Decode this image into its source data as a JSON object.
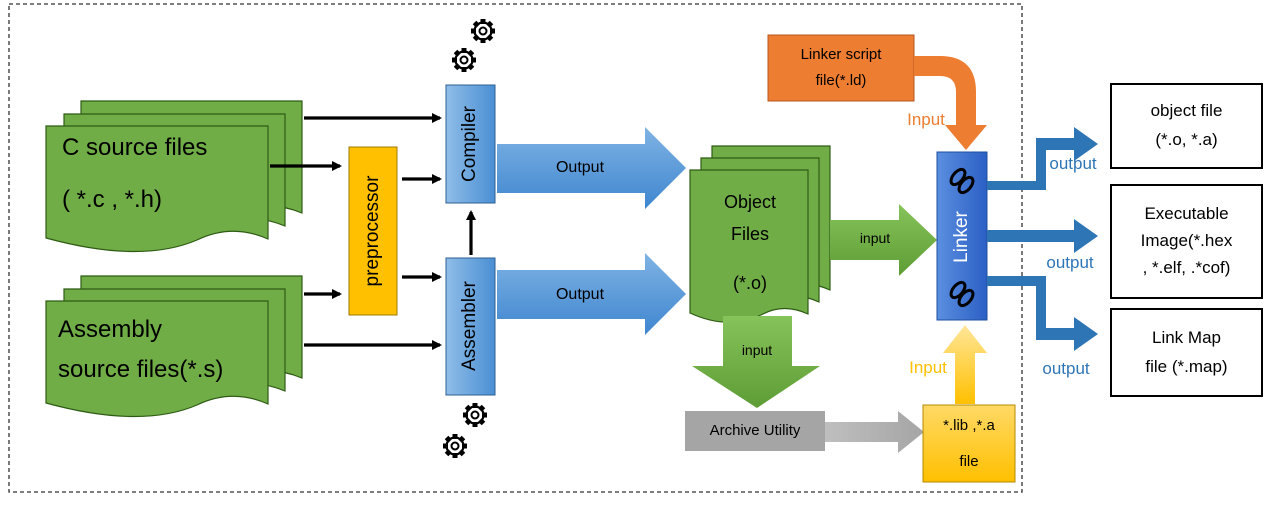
{
  "sources": {
    "c_files": {
      "line1": "C source files",
      "line2": "( *.c , *.h)"
    },
    "asm_files": {
      "line1": "Assembly",
      "line2": "source files(*.s)"
    }
  },
  "tools": {
    "preprocessor": "preprocessor",
    "compiler": "Compiler",
    "assembler": "Assembler",
    "linker": "Linker",
    "archive_utility": "Archive Utility"
  },
  "arrows": {
    "compiler_output": "Output",
    "assembler_output": "Output",
    "object_to_linker": "input",
    "object_to_archive": "input",
    "linker_script_input": "Input",
    "lib_input": "Input",
    "out_object": "output",
    "out_executable": "output",
    "out_map": "output"
  },
  "object_files": {
    "line1": "Object",
    "line2": "Files",
    "line3": "(*.o)"
  },
  "linker_script": {
    "line1": "Linker script",
    "line2": "file(*.ld)"
  },
  "lib_file": {
    "line1": "*.lib ,*.a",
    "line2": "file"
  },
  "outputs": {
    "object": {
      "line1": "object file",
      "line2": "(*.o, *.a)"
    },
    "executable": {
      "line1": "Executable",
      "line2": "Image(*.hex",
      "line3": ", *.elf, .*cof)"
    },
    "map": {
      "line1": "Link Map",
      "line2": "file (*.map)"
    }
  },
  "colors": {
    "green": "#70ad47",
    "blue": "#5b9bd5",
    "dark_blue": "#2e75b6",
    "orange": "#ed7d31",
    "yellow": "#ffc000",
    "gray": "#a5a5a5"
  }
}
